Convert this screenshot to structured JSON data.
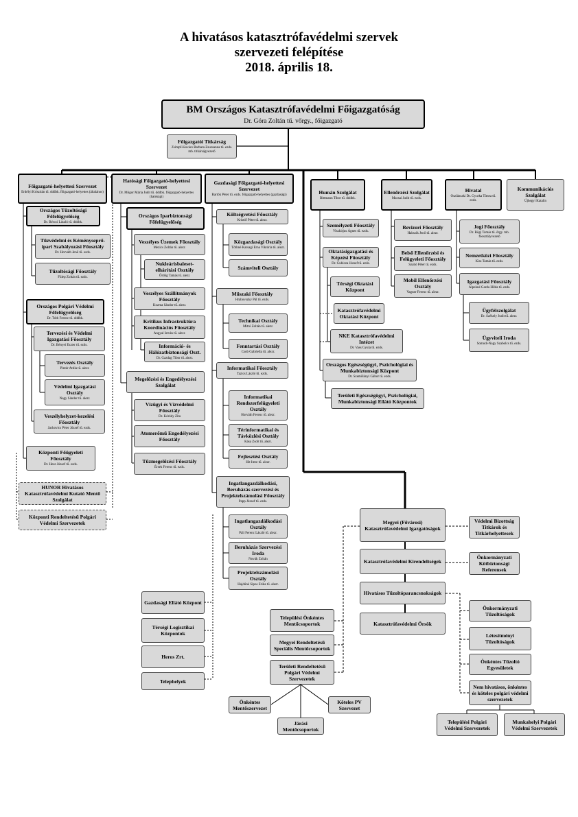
{
  "title": {
    "line1": "A hivatásos katasztrófavédelmi szervek",
    "line2": "szervezeti felépítése",
    "line3": "2018. április 18."
  },
  "boxes": {
    "root": {
      "name": "BM Országos Katasztrófavédelmi Főigazgatóság",
      "sub": "Dr. Góra Zoltán tű. vőrgy., főigazgató"
    },
    "titkarsag": {
      "name": "Főigazgatói Titkárság",
      "sub": "Zsimpf-Kovács Barbara Zsuzsanna tű. ezds. mb. titkárságvezető"
    },
    "fohely": {
      "name": "Főigazgató-helyettesi Szervezet",
      "sub": "Erdélyi Krisztián tű. dddbk. főigazgató-helyettes (általános)"
    },
    "hatosagi": {
      "name": "Hatósági Főigazgató-helyettesi Szervezet",
      "sub": "Dr. Mógor Mária Judit tű. dddbk. főigazgató-helyettes (hatósági)"
    },
    "gazdasagi": {
      "name": "Gazdasági Főigazgató-helyettesi Szervezet",
      "sub": "Bartók Péter tű. ezds. főigazgató-helyettes (gazdasági)"
    },
    "human": {
      "name": "Humán Szolgálat",
      "sub": "Bittmann Tibor tű. dddbk."
    },
    "ellenorzesi": {
      "name": "Ellenőrzési Szolgálat",
      "sub": "Macsai Judit tű. ezds."
    },
    "hivatal": {
      "name": "Hivatal",
      "sub": "Oszlánszki Dr. Gyurka Tímea tű. ezds."
    },
    "kommunikacios": {
      "name": "Kommunikációs Szolgálat",
      "sub": "Újhegyi Katalin"
    },
    "tuzolto_fo": {
      "name": "Országos Tűzoltósági Főfelügyelőség",
      "sub": "Dr. Bérczi László tű. dddbk."
    },
    "tuzved_kemeny": {
      "name": "Tűzvédelmi és Kéményseprő-ipari Szabályozási Főosztály",
      "sub": "Dr. Horváth Jenő tű. ezds."
    },
    "tuzoltosagi_fo": {
      "name": "Tűzoltósági Főosztály",
      "sub": "Fülep Zoltán tű. ezds."
    },
    "polgari_fo": {
      "name": "Országos Polgári Védelmi Főfelügyelőség",
      "sub": "Dr. Tóth Ferenc tű. dddbk."
    },
    "tervezesi": {
      "name": "Tervezési és Védelmi Igazgatási Főosztály",
      "sub": "Dr. Bényei Eszter tű. ezds."
    },
    "tervezes_o": {
      "name": "Tervezés Osztály",
      "sub": "Pintér Attila tű. alezr."
    },
    "vedelmi_ig": {
      "name": "Védelmi Igazgatási Osztály",
      "sub": "Nagy Sándor tű. alezr."
    },
    "veszhelyzet": {
      "name": "Veszélyhelyzet-kezelési Főosztály",
      "sub": "Jackovics Péter József tű. ezds."
    },
    "kozponti_fo": {
      "name": "Központi Főügyeleti Főosztály",
      "sub": "Dr. Hesz József tű. ezds."
    },
    "hunor": {
      "name": "HUNOR Hivatásos Katasztrófavédelmi Kutató Mentő Szolgálat",
      "sub": ""
    },
    "kozponti_rend": {
      "name": "Központi Rendeltetésű Polgári Védelmi Szervezetek",
      "sub": ""
    },
    "iparbiz_fo": {
      "name": "Országos Iparbiztonsági Főfelügyelőség",
      "sub": ""
    },
    "veszelyes_uzemek": {
      "name": "Veszélyes Üzemek Főosztály",
      "sub": "Mezics Zoltán tű. alezr."
    },
    "nuklearis": {
      "name": "Nukleárisbaleset-elhárítási Osztály",
      "sub": "Ördög Tamás tű. alezr."
    },
    "szallitmany": {
      "name": "Veszélyes Szállítmányok Főosztály",
      "sub": "Kozma Sándor tű. alezr."
    },
    "kritikus": {
      "name": "Kritikus Infrastruktúra Koordinációs Főosztály",
      "sub": "Angyal István tű. alezr."
    },
    "informacio_biz": {
      "name": "Információ- és Hálózatbiztonsági Oszt.",
      "sub": "Dr. Gazdag Tibor tű. alezr."
    },
    "megelozesi": {
      "name": "Megelőzési és Engedélyezési Szolgálat",
      "sub": ""
    },
    "vizugyi": {
      "name": "Vízügyi és Vízvédelmi Főosztály",
      "sub": "Dr. Kóródy Zita"
    },
    "atomeromu": {
      "name": "Atomerőmű Engedélyezési Főosztály",
      "sub": ""
    },
    "tuzmegelozesi": {
      "name": "Tűzmegelőzési Főosztály",
      "sub": "Érsek Ferenc tű. ezds."
    },
    "koltsegvetesi": {
      "name": "Költségvetési Főosztály",
      "sub": "Kristóf Péter tű. alezr."
    },
    "kozgazdasagi": {
      "name": "Közgazdasági Osztály",
      "sub": "Tóthné Karsagi Erna Viktória tű. alezr."
    },
    "szamviteli": {
      "name": "Számviteli Osztály",
      "sub": ""
    },
    "muszaki": {
      "name": "Műszaki Főosztály",
      "sub": "Hrabovszky Pál tű. ezds."
    },
    "technikai": {
      "name": "Technikai Osztály",
      "sub": "Mitró Zoltán tű. alezr."
    },
    "fenntartasi": {
      "name": "Fenntartási Osztály",
      "sub": "Csob Gabriella tű. alezr."
    },
    "informatikai": {
      "name": "Informatikai Főosztály",
      "sub": "Tazics László tű. ezds."
    },
    "info_rendszer": {
      "name": "Informatikai Rendszerfelügyeleti Osztály",
      "sub": "Horváth Ferenc tű. alezr."
    },
    "terinfo": {
      "name": "Térinformatikai és Távközlési Osztály",
      "sub": "Kása Zsolt tű. alezr."
    },
    "fejlesztesi": {
      "name": "Fejlesztési Osztály",
      "sub": "Hit Imre tű. alezr."
    },
    "ingatlan_fo": {
      "name": "Ingatlangazdálkodási, Beruházás szervezési és Projektelszámolási Főosztály",
      "sub": "Papp József tű. ezds."
    },
    "ingatlan_o": {
      "name": "Ingatlangazdálkodási Osztály",
      "sub": "Páli Ferenc László tű. alezr."
    },
    "beruhazas": {
      "name": "Beruházás Szervezési Iroda",
      "sub": "Novák Zoltán"
    },
    "projekt": {
      "name": "Projektelszámolási Osztály",
      "sub": "Hajdúné Sipos Erika tű. alezr."
    },
    "szemelyzeti": {
      "name": "Személyzeti Főosztály",
      "sub": "Viszkirjus Ágnes tű. ezds."
    },
    "oktatas": {
      "name": "Oktatásigazgatási és Képzési Főosztály",
      "sub": "Dr. Gubicza József tű. ezds."
    },
    "tersegi_okt": {
      "name": "Térségi Oktatási Központ",
      "sub": ""
    },
    "kat_okt": {
      "name": "Katasztrófavédelmi Oktatási Központ",
      "sub": ""
    },
    "nke": {
      "name": "NKE Katasztrófavédelmi Intézet",
      "sub": "Dr. Vass Gyula tű. ezds."
    },
    "orszagos_eu": {
      "name": "Országos Egészségügyi, Pszichológiai és Munkabiztonsági Központ",
      "sub": "Dr. Szemőlányi Gábor tű. ezds."
    },
    "teruleti_eu": {
      "name": "Területi Egészségügyi, Pszichológiai, Munkabiztonsági Ellátó Központok",
      "sub": ""
    },
    "revizori": {
      "name": "Revizori Főosztály",
      "sub": "Hakszik Jenő tű. alezr."
    },
    "belso": {
      "name": "Belső Ellenőrzési és Felügyeleti Főosztály",
      "sub": "Szabó Péter tű. ezds."
    },
    "mobil": {
      "name": "Mobil Ellenőrzési Osztály",
      "sub": "Vagner Ferenc tű. alezr."
    },
    "jogi": {
      "name": "Jogi Főosztály",
      "sub": "Dr. Bögi Tamás tű. őrgy. mb. főosztályvezető"
    },
    "nemzetkozi": {
      "name": "Nemzetközi Főosztály",
      "sub": "Kiss Tamás tű. ezds."
    },
    "igazgatasi": {
      "name": "Igazgatási Főosztály",
      "sub": "Alpekné Garda Hilda tű. ezds."
    },
    "ugyfelszolg": {
      "name": "Ügyfélszolgálat",
      "sub": "Dr. Székely Judit tű. alezr."
    },
    "ugyviteli": {
      "name": "Ügyviteli Iroda",
      "sub": "Somodi-Nagy Szabolcs tű. ezds."
    },
    "megyei": {
      "name": "Megyei (Fővárosi) Katasztrófavédelmi Igazgatóságok",
      "sub": ""
    },
    "vedelmi_biz": {
      "name": "Védelmi Bizottság Titkárok és Titkárhelyettesek",
      "sub": ""
    },
    "kirendeltsegek": {
      "name": "Katasztrófavédelmi Kirendeltségek",
      "sub": ""
    },
    "onkorm_ref": {
      "name": "Önkormányzati Kötbiztonsági Referensek",
      "sub": ""
    },
    "hivatasos_tp": {
      "name": "Hivatásos Tűzoltóparancsnokságok",
      "sub": ""
    },
    "kat_orsok": {
      "name": "Katasztrófavédelmi Őrsök",
      "sub": ""
    },
    "onkorm_tuz": {
      "name": "Önkormányzati Tűzoltóságok",
      "sub": ""
    },
    "letesitmenyi": {
      "name": "Létesítményi Tűzoltóságok",
      "sub": ""
    },
    "onkentes_tuz": {
      "name": "Önkéntes Tűzoltó Egyesületek",
      "sub": ""
    },
    "nem_hivatasos": {
      "name": "Nem hivatásos, önkéntes és köteles polgári védelmi szervezetek",
      "sub": ""
    },
    "telepulesi_pv": {
      "name": "Települési Polgári Védelmi Szervezetek",
      "sub": ""
    },
    "munkahelyi_pv": {
      "name": "Munkahelyi Polgári Védelmi Szervezetek",
      "sub": ""
    },
    "gazd_ellato": {
      "name": "Gazdasági Ellátó Központ",
      "sub": ""
    },
    "tersegi_log": {
      "name": "Térségi Logisztikai Központok",
      "sub": ""
    },
    "heros": {
      "name": "Heros Zrt.",
      "sub": ""
    },
    "telephelyek": {
      "name": "Telephelyek",
      "sub": ""
    },
    "telepulesi_onk": {
      "name": "Települési Önkéntes Mentőcsoportok",
      "sub": ""
    },
    "megyei_rend": {
      "name": "Megyei Rendeltetésű Speciális Mentőcsoportok",
      "sub": ""
    },
    "teruleti_rend": {
      "name": "Területi Rendeltetésű Polgári Védelmi Szervezetek",
      "sub": ""
    },
    "onkentes_ment": {
      "name": "Önkéntes Mentőszervezet",
      "sub": ""
    },
    "koteles_pv": {
      "name": "Köteles PV Szervezet",
      "sub": ""
    },
    "jarasi": {
      "name": "Járási Mentőcsoportok",
      "sub": ""
    }
  }
}
